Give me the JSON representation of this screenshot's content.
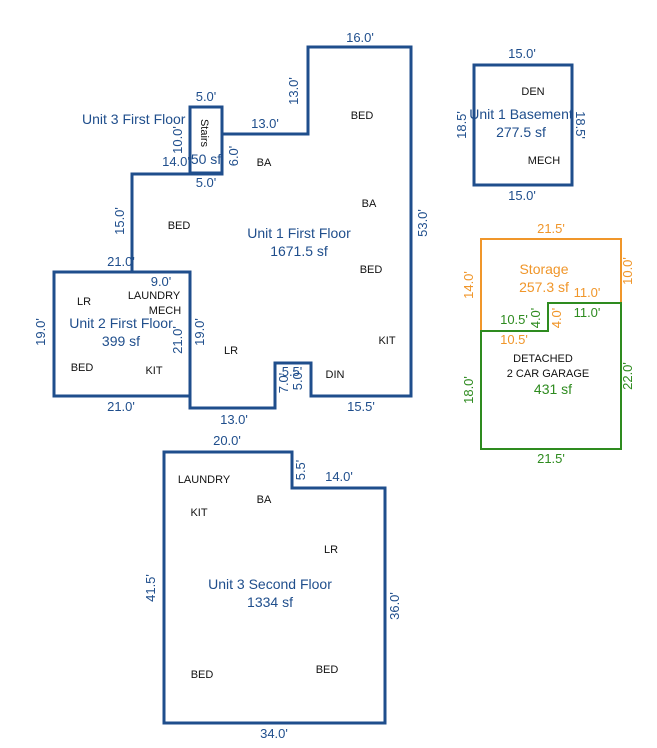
{
  "colors": {
    "primary": "#1f4e8c",
    "storage": "#f0962a",
    "garage": "#2e8b1f",
    "label": "#111111"
  },
  "plans": {
    "unit1_first": {
      "title": "Unit 1 First Floor",
      "area": "1671.5 sf",
      "dims": {
        "top": "16.0'",
        "up_left": "13.0'",
        "mid_top": "13.0'",
        "right": "53.0'",
        "bottom_right": "15.5'",
        "notch_top": "5.5'",
        "notch_left": "7.0'",
        "notch_right": "5.0'",
        "bottom_mid": "13.0'",
        "inner_vert": "19.0'",
        "left_upper": "15.0'"
      },
      "rooms": {
        "bed1": "BED",
        "ba1": "BA",
        "bed2": "BED",
        "ba2": "BA",
        "bed3": "BED",
        "kit": "KIT",
        "lr": "LR",
        "din": "DIN"
      }
    },
    "unit3_first": {
      "title": "Unit 3 First Floor",
      "stairs": "Stairs",
      "area": "50 sf",
      "dims": {
        "top": "5.0'",
        "left": "10.0'",
        "right": "6.0'",
        "bottom": "5.0'",
        "left_step": "14.0'"
      }
    },
    "unit2_first": {
      "title": "Unit 2 First Floor",
      "area": "399 sf",
      "dims": {
        "top_left": "21.0'",
        "top_right": "9.0'",
        "left": "19.0'",
        "right": "21.0'",
        "bottom": "21.0'"
      },
      "rooms": {
        "lr": "LR",
        "laundry": "LAUNDRY",
        "mech": "MECH",
        "bed": "BED",
        "kit": "KIT"
      }
    },
    "unit1_basement": {
      "title": "Unit 1 Basement",
      "area": "277.5 sf",
      "dims": {
        "top": "15.0'",
        "bottom": "15.0'",
        "left": "18.5'",
        "right": "18.5'"
      },
      "rooms": {
        "den": "DEN",
        "mech": "MECH"
      }
    },
    "storage": {
      "title": "Storage",
      "area": "257.3 sf",
      "dims": {
        "top": "21.5'",
        "left": "14.0'",
        "right": "10.0'",
        "step_top": "11.0'",
        "step_vert": "4.0'",
        "bottom_left": "10.5'"
      }
    },
    "garage": {
      "title_line1": "DETACHED",
      "title_line2": "2 CAR GARAGE",
      "area": "431 sf",
      "dims": {
        "top_right": "11.0'",
        "step_left": "10.5'",
        "step_vert": "4.0'",
        "left": "18.0'",
        "right": "22.0'",
        "bottom": "21.5'"
      }
    },
    "unit3_second": {
      "title": "Unit 3 Second Floor",
      "area": "1334 sf",
      "dims": {
        "top": "20.0'",
        "step": "5.5'",
        "top_right": "14.0'",
        "left": "41.5'",
        "right": "36.0'",
        "bottom": "34.0'"
      },
      "rooms": {
        "laundry": "LAUNDRY",
        "ba": "BA",
        "kit": "KIT",
        "lr": "LR",
        "bed1": "BED",
        "bed2": "BED"
      }
    }
  }
}
